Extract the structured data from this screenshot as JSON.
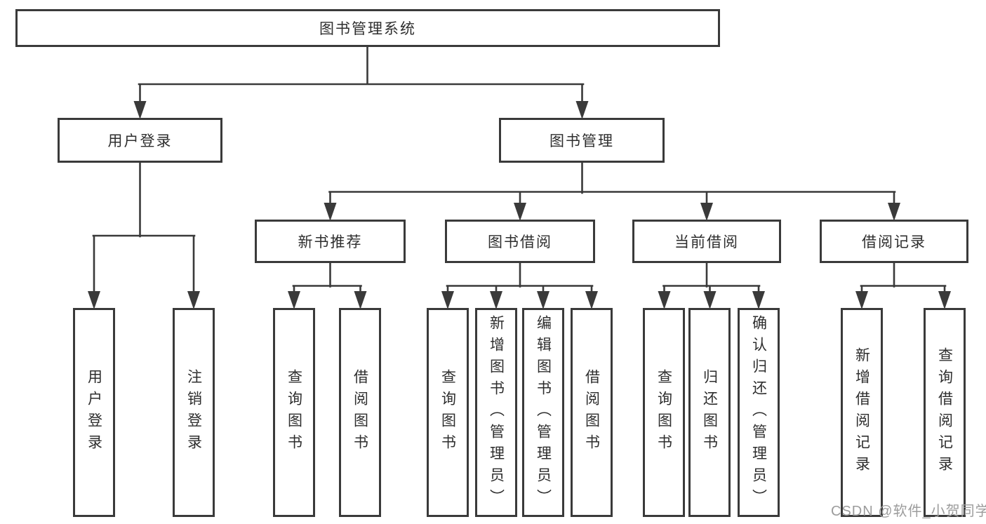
{
  "diagram": {
    "root_label": "图书管理系统",
    "level2": [
      {
        "label": "用户登录",
        "leaves": [
          "用户登录",
          "注销登录"
        ]
      },
      {
        "label": "图书管理",
        "level3": [
          {
            "label": "新书推荐",
            "leaves": [
              "查询图书",
              "借阅图书"
            ]
          },
          {
            "label": "图书借阅",
            "leaves": [
              "查询图书",
              "新增图书（管理员）",
              "编辑图书（管理员）",
              "借阅图书"
            ]
          },
          {
            "label": "当前借阅",
            "leaves": [
              "查询图书",
              "归还图书",
              "确认归还（管理员）"
            ]
          },
          {
            "label": "借阅记录",
            "leaves": [
              "新增借阅记录",
              "查询借阅记录"
            ]
          }
        ]
      }
    ]
  },
  "watermark": "CSDN @软件_小贺同学",
  "colors": {
    "line": "#3a3a3a",
    "text": "#2e2e2e",
    "watermark": "#9c9c9c",
    "background": "#ffffff"
  }
}
